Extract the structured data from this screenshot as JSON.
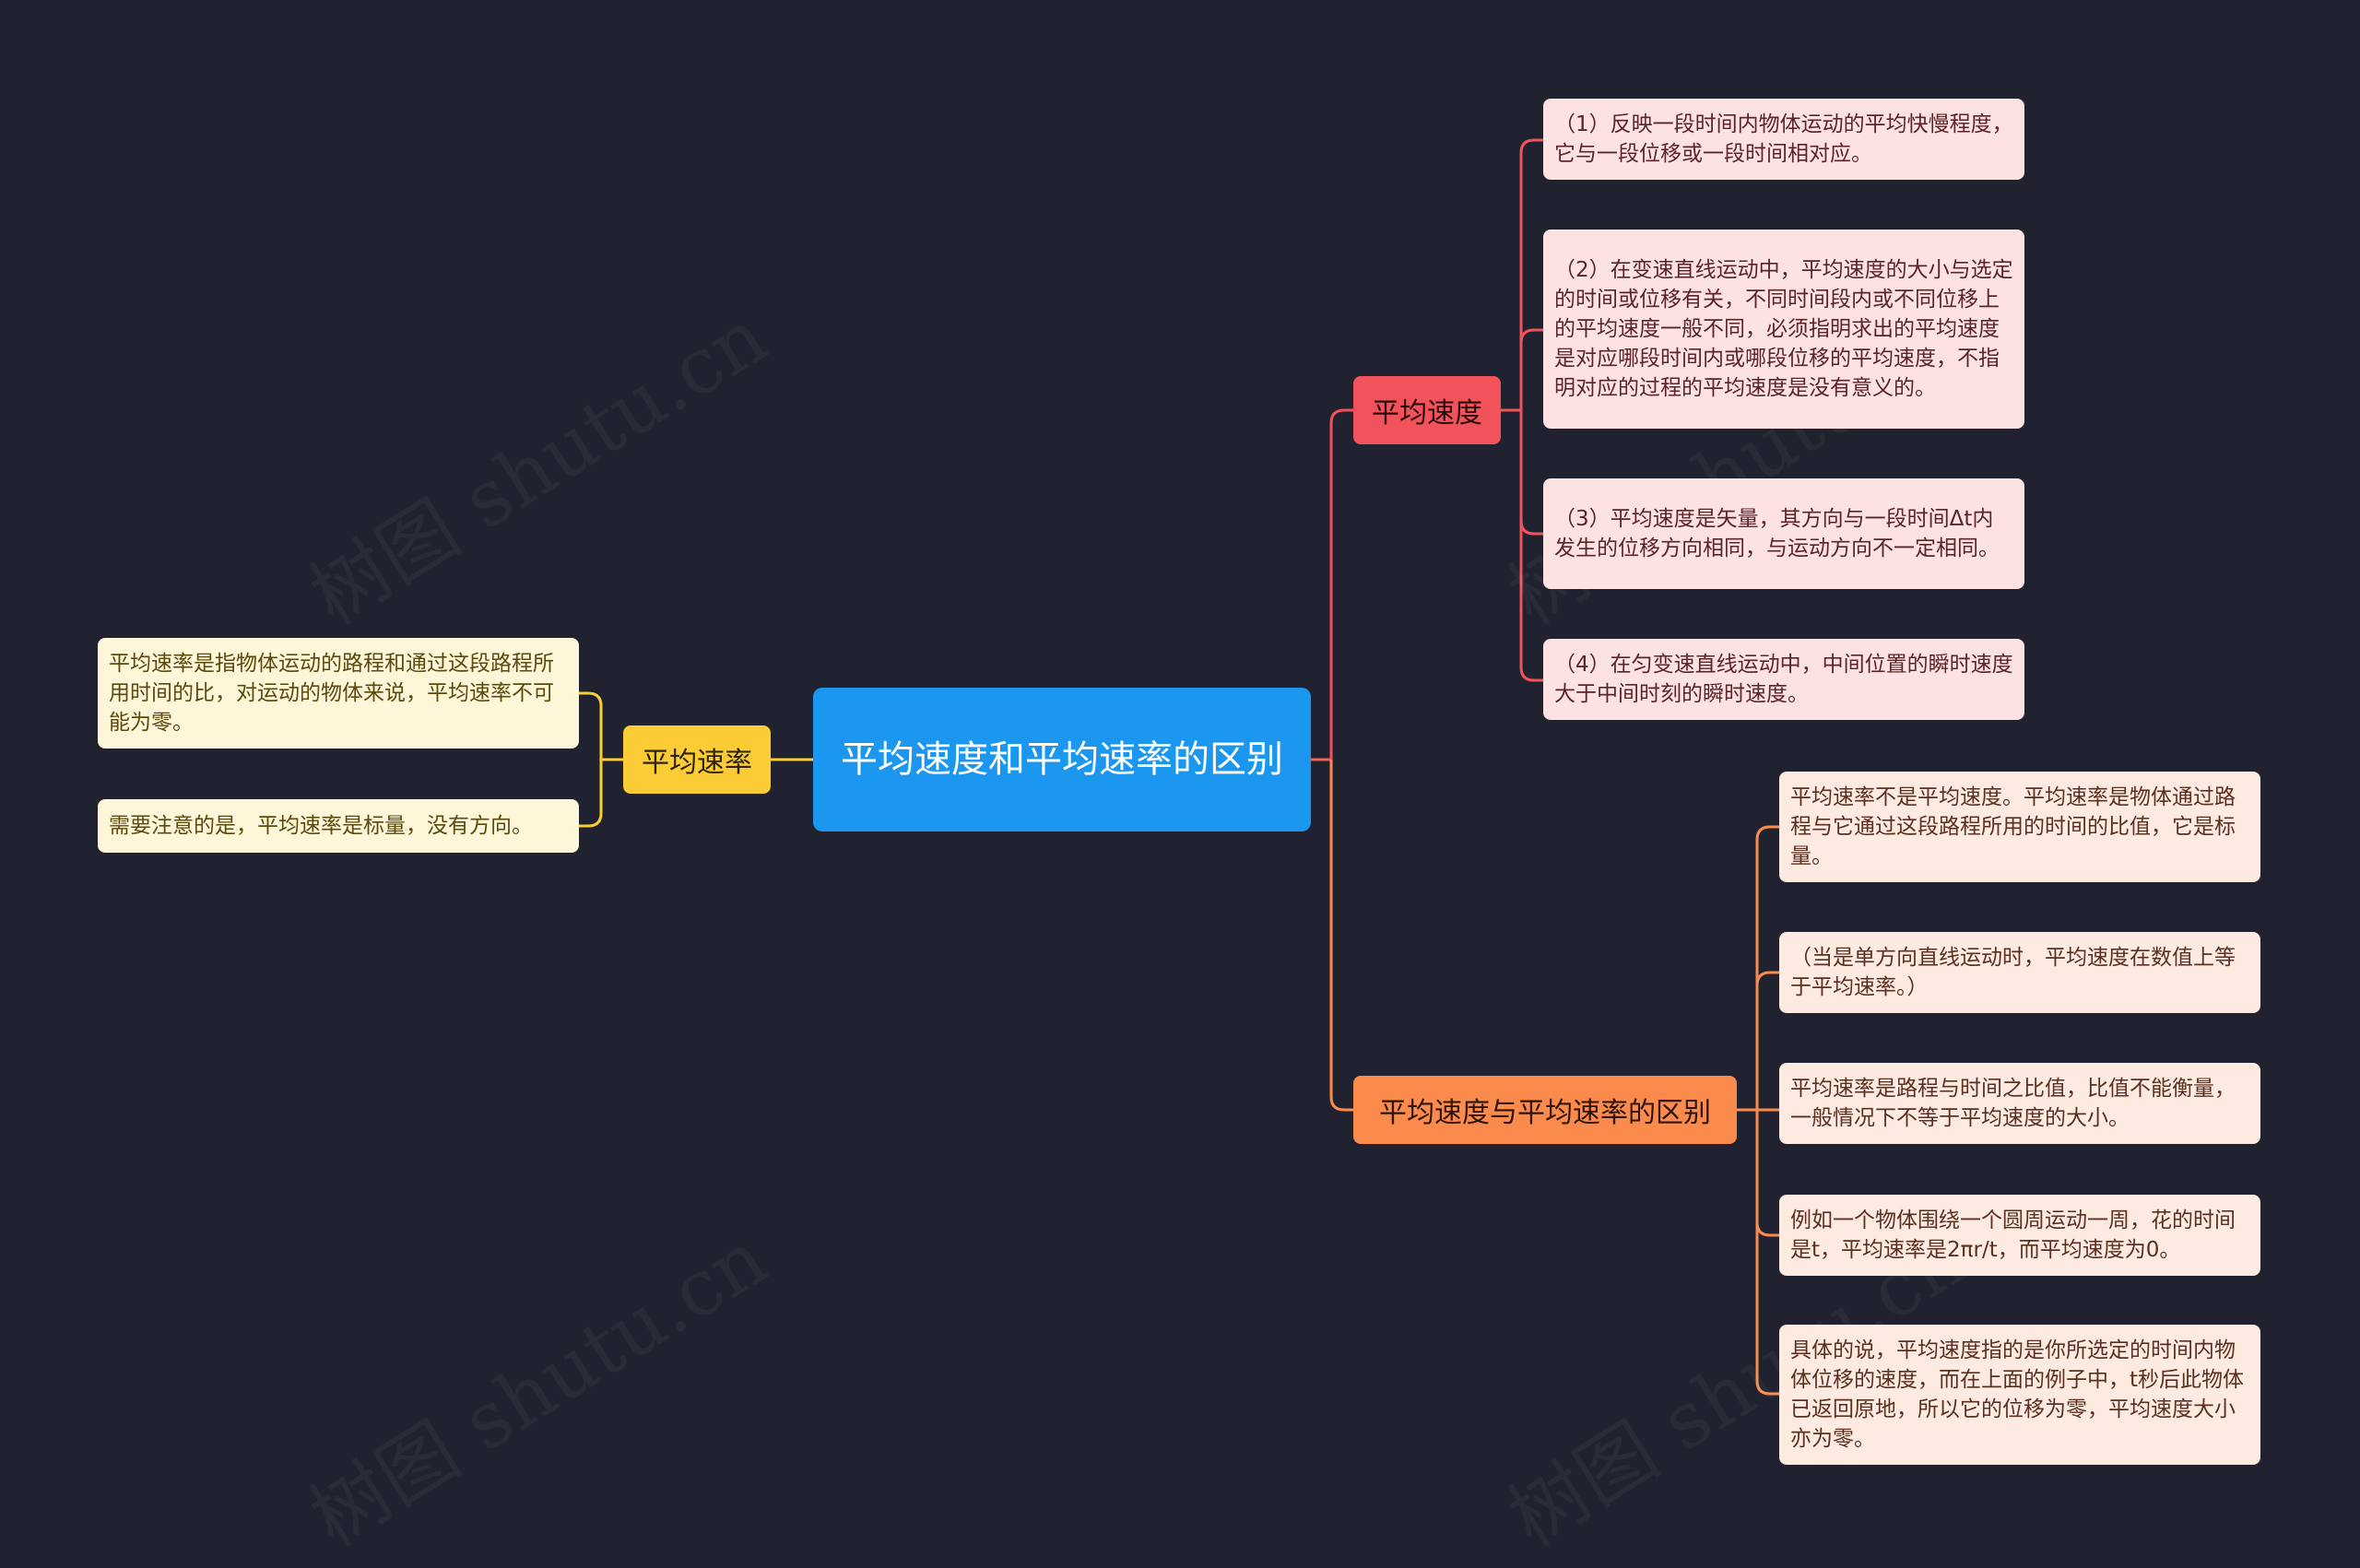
{
  "root": {
    "title": "平均速度和平均速率的区别"
  },
  "branches": {
    "avg_speed": {
      "label": "平均速度",
      "items": [
        "（1）反映一段时间内物体运动的平均快慢程度，它与一段位移或一段时间相对应。",
        "（2）在变速直线运动中，平均速度的大小与选定的时间或位移有关，不同时间段内或不同位移上的平均速度一般不同，必须指明求出的平均速度是对应哪段时间内或哪段位移的平均速度，不指明对应的过程的平均速度是没有意义的。",
        "（3）平均速度是矢量，其方向与一段时间Δt内发生的位移方向相同，与运动方向不一定相同。",
        "（4）在匀变速直线运动中，中间位置的瞬时速度大于中间时刻的瞬时速度。"
      ]
    },
    "avg_rate": {
      "label": "平均速率",
      "items": [
        "平均速率是指物体运动的路程和通过这段路程所用时间的比，对运动的物体来说，平均速率不可能为零。",
        "需要注意的是，平均速率是标量，没有方向。"
      ]
    },
    "diff": {
      "label": "平均速度与平均速率的区别",
      "items": [
        "平均速率不是平均速度。平均速率是物体通过路程与它通过这段路程所用的时间的比值，它是标量。",
        "（当是单方向直线运动时，平均速度在数值上等于平均速率。）",
        "平均速率是路程与时间之比值，比值不能衡量，一般情况下不等于平均速度的大小。",
        "例如一个物体围绕一个圆周运动一周，花的时间是t，平均速率是2πr/t，而平均速度为0。",
        "具体的说，平均速度指的是你所选定的时间内物体位移的速度，而在上面的例子中，t秒后此物体已返回原地，所以它的位移为零，平均速度大小亦为零。"
      ]
    }
  },
  "colors": {
    "background": "#20232f",
    "root": "#1c97ef",
    "avg_speed": "#f2535b",
    "avg_rate": "#fbcc35",
    "diff": "#fb8a4d"
  },
  "watermark_text": "树图 shutu.cn"
}
